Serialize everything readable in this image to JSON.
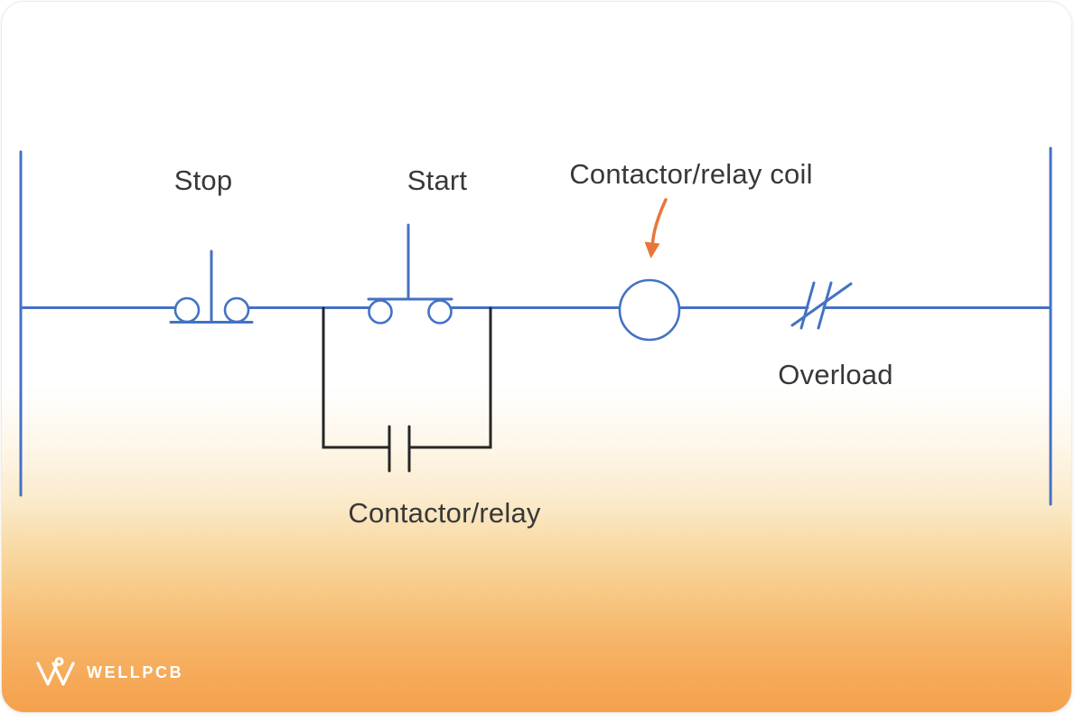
{
  "slide": {
    "background_color": "#ffffff",
    "card_gradient_top": "#ffffff",
    "card_gradient_bottom": "#f5a14b",
    "card_border_color": "#ececec"
  },
  "diagram": {
    "wire_color": "#4472c4",
    "branch_wire_color": "#262626",
    "label_color": "#383838",
    "arrow_color": "#e8763b",
    "labels": {
      "stop": "Stop",
      "start": "Start",
      "coil": "Contactor/relay coil",
      "overload": "Overload",
      "seal_in_contact": "Contactor/relay"
    },
    "symbols": [
      {
        "name": "nc-pushbutton-symbol",
        "meaning": "Stop pushbutton (normally closed)"
      },
      {
        "name": "no-pushbutton-symbol",
        "meaning": "Start pushbutton (normally open)"
      },
      {
        "name": "no-contact-symbol",
        "meaning": "Contactor/relay seal-in contact (normally open)"
      },
      {
        "name": "coil-symbol",
        "meaning": "Contactor/relay coil"
      },
      {
        "name": "nc-contact-symbol",
        "meaning": "Overload contact (normally closed)"
      }
    ]
  },
  "logo": {
    "text": "WELLPCB",
    "color": "#ffffff",
    "icon": "wellpcb-w-icon"
  }
}
